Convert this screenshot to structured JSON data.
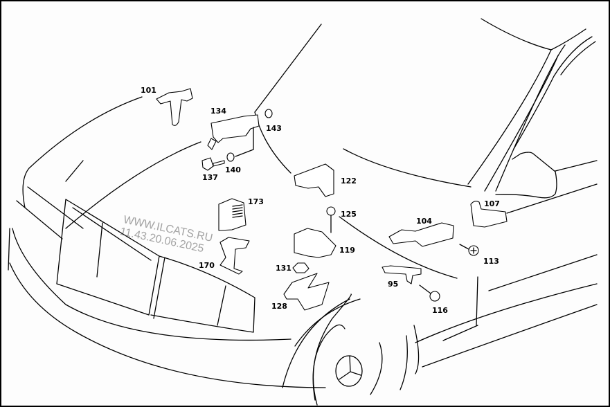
{
  "diagram": {
    "subject": "Front hood and fender area, exploded parts view",
    "callouts": [
      {
        "id": "101",
        "label": "101"
      },
      {
        "id": "134",
        "label": "134"
      },
      {
        "id": "143",
        "label": "143"
      },
      {
        "id": "140",
        "label": "140"
      },
      {
        "id": "137",
        "label": "137"
      },
      {
        "id": "122",
        "label": "122"
      },
      {
        "id": "173",
        "label": "173"
      },
      {
        "id": "125",
        "label": "125"
      },
      {
        "id": "119",
        "label": "119"
      },
      {
        "id": "170",
        "label": "170"
      },
      {
        "id": "131",
        "label": "131"
      },
      {
        "id": "128",
        "label": "128"
      },
      {
        "id": "107",
        "label": "107"
      },
      {
        "id": "104",
        "label": "104"
      },
      {
        "id": "113",
        "label": "113"
      },
      {
        "id": "95",
        "label": "95"
      },
      {
        "id": "116",
        "label": "116"
      }
    ]
  },
  "watermark": {
    "line1": "WWW.ILCATS.RU",
    "line2": "11.43.20.06.2025"
  },
  "colors": {
    "ink": "#000000",
    "background": "#fdfdfd",
    "watermark": "#5a5a5a"
  }
}
